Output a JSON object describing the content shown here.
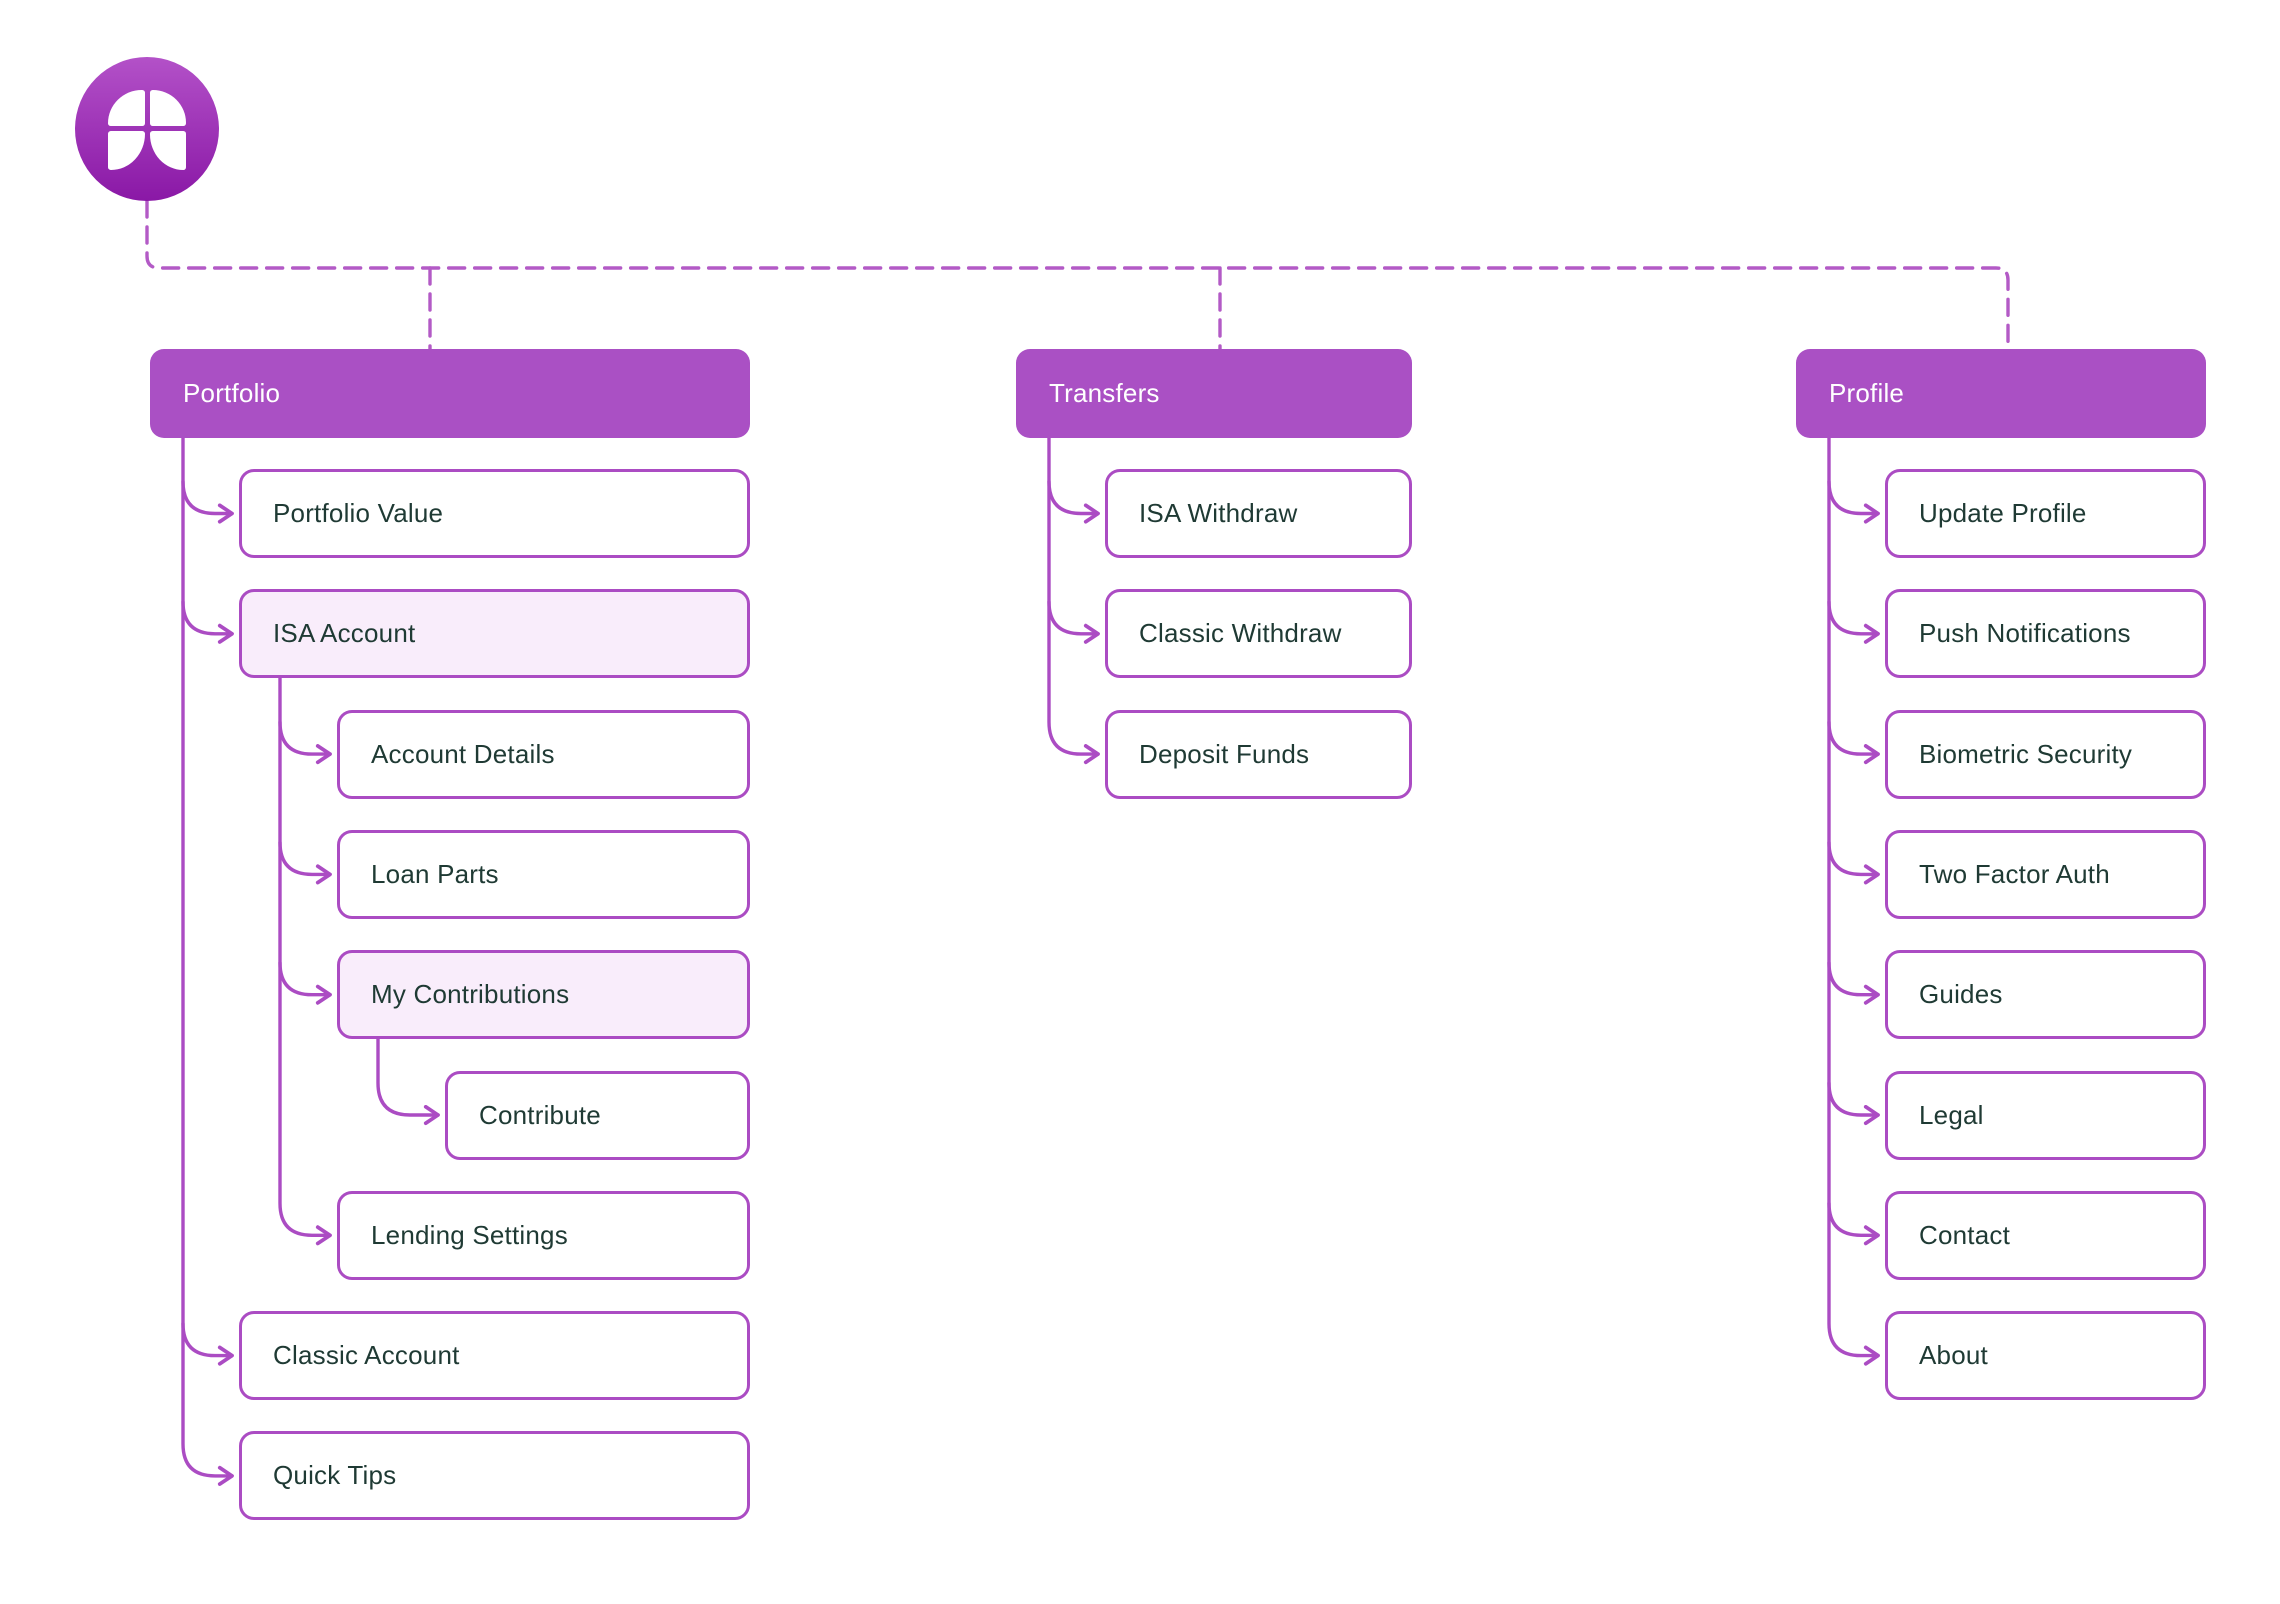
{
  "page": {
    "background": "#ffffff"
  },
  "colors": {
    "purple": "#ab4cc3",
    "dashed_line": "#b35ac6",
    "header_fill": "#aa50c4",
    "header_text": "#ffffff",
    "box_fill": "#ffffff",
    "highlight_fill": "#f9edfb",
    "text_dark": "#1f3a34",
    "logo_gradient_top": "#b351c8",
    "logo_gradient_bottom": "#8a18a6"
  },
  "logo": {
    "name": "app-logo-window-mark"
  },
  "diagram": {
    "columns": [
      {
        "title": "Portfolio",
        "items": [
          {
            "label": "Portfolio Value",
            "level": 1,
            "highlighted": false
          },
          {
            "label": "ISA Account",
            "level": 1,
            "highlighted": true
          },
          {
            "label": "Account Details",
            "level": 2,
            "highlighted": false
          },
          {
            "label": "Loan Parts",
            "level": 2,
            "highlighted": false
          },
          {
            "label": "My Contributions",
            "level": 2,
            "highlighted": true
          },
          {
            "label": "Contribute",
            "level": 3,
            "highlighted": false
          },
          {
            "label": "Lending Settings",
            "level": 2,
            "highlighted": false
          },
          {
            "label": "Classic Account",
            "level": 1,
            "highlighted": false
          },
          {
            "label": "Quick Tips",
            "level": 1,
            "highlighted": false
          }
        ]
      },
      {
        "title": "Transfers",
        "items": [
          {
            "label": "ISA Withdraw",
            "level": 1,
            "highlighted": false
          },
          {
            "label": "Classic Withdraw",
            "level": 1,
            "highlighted": false
          },
          {
            "label": "Deposit Funds",
            "level": 1,
            "highlighted": false
          }
        ]
      },
      {
        "title": "Profile",
        "items": [
          {
            "label": "Update Profile",
            "level": 1,
            "highlighted": false
          },
          {
            "label": "Push Notifications",
            "level": 1,
            "highlighted": false
          },
          {
            "label": "Biometric Security",
            "level": 1,
            "highlighted": false
          },
          {
            "label": "Two Factor Auth",
            "level": 1,
            "highlighted": false
          },
          {
            "label": "Guides",
            "level": 1,
            "highlighted": false
          },
          {
            "label": "Legal",
            "level": 1,
            "highlighted": false
          },
          {
            "label": "Contact",
            "level": 1,
            "highlighted": false
          },
          {
            "label": "About",
            "level": 1,
            "highlighted": false
          }
        ]
      }
    ]
  }
}
